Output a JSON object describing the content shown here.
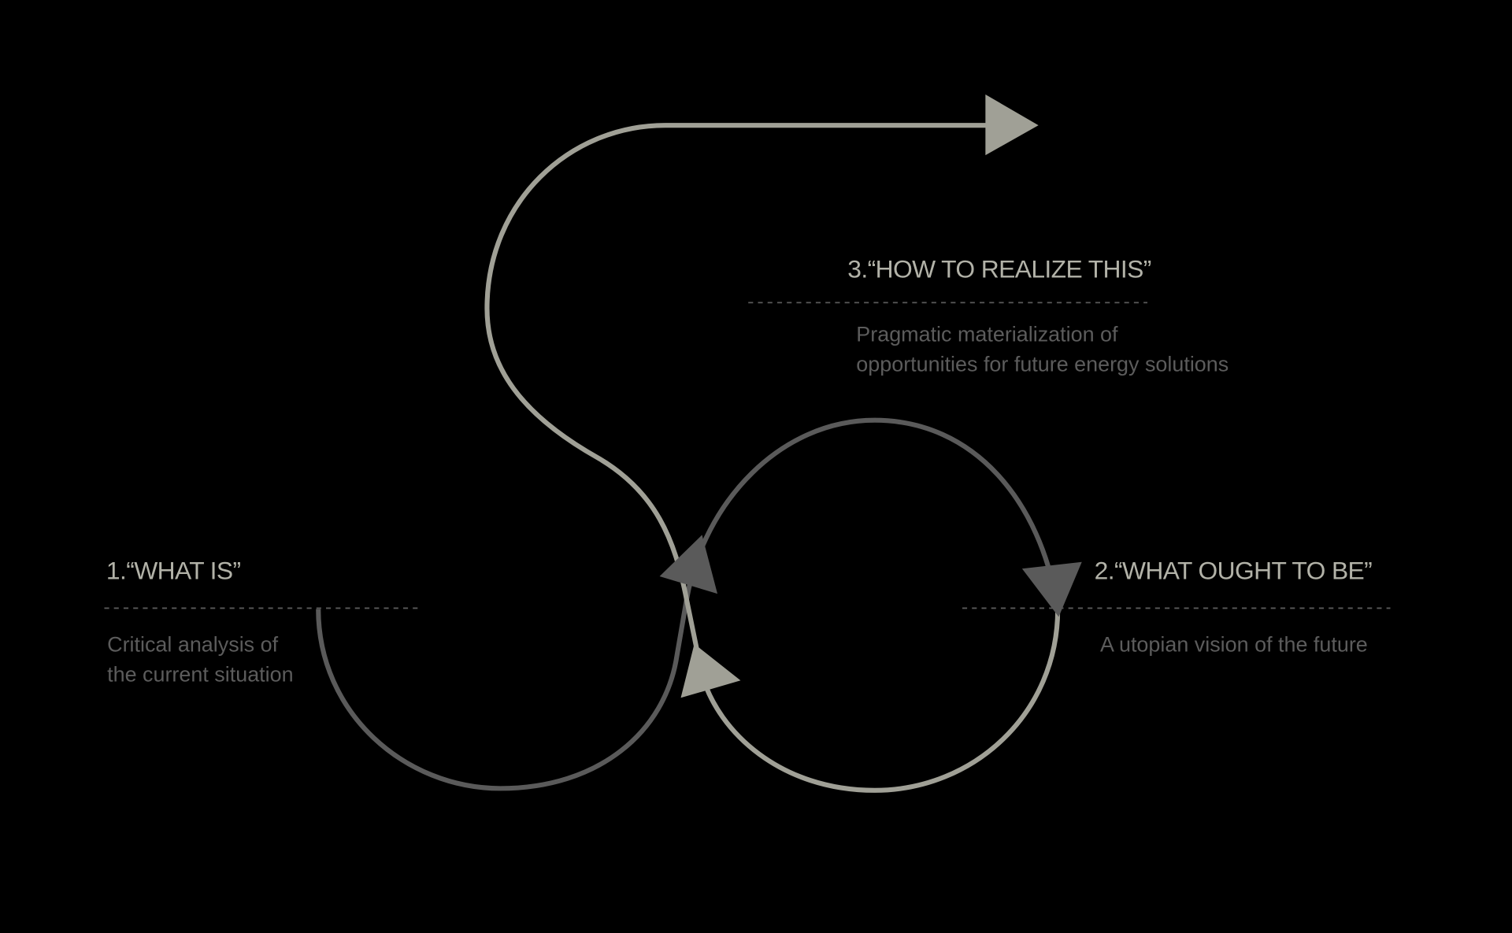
{
  "colors": {
    "background": "#000000",
    "light_path": "#a0a096",
    "dark_path": "#5a5a5a",
    "heading": "#b2b2a8",
    "body": "#5c5c5c"
  },
  "steps": [
    {
      "heading": "1.“WHAT IS”",
      "lines": [
        "Critical analysis of",
        "the current situation"
      ]
    },
    {
      "heading": "2.“WHAT OUGHT TO BE”",
      "lines": [
        "A utopian vision of the future"
      ]
    },
    {
      "heading": "3.“HOW TO REALIZE THIS”",
      "lines": [
        "Pragmatic materialization of",
        "opportunities for future energy solutions"
      ]
    }
  ]
}
